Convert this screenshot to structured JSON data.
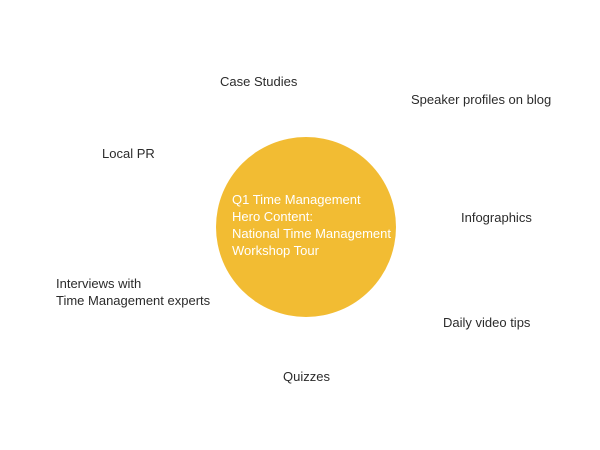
{
  "hub": {
    "lines": [
      "Q1 Time Management",
      "Hero Content:",
      "National Time Management",
      "Workshop Tour"
    ],
    "color": "#f2bc33",
    "text_color": "#ffffff"
  },
  "spokes": {
    "case_studies": "Case Studies",
    "speaker_profiles": "Speaker profiles on blog",
    "local_pr": "Local PR",
    "infographics": "Infographics",
    "interviews": [
      "Interviews with",
      "Time Management experts"
    ],
    "daily_video_tips": "Daily video tips",
    "quizzes": "Quizzes"
  }
}
